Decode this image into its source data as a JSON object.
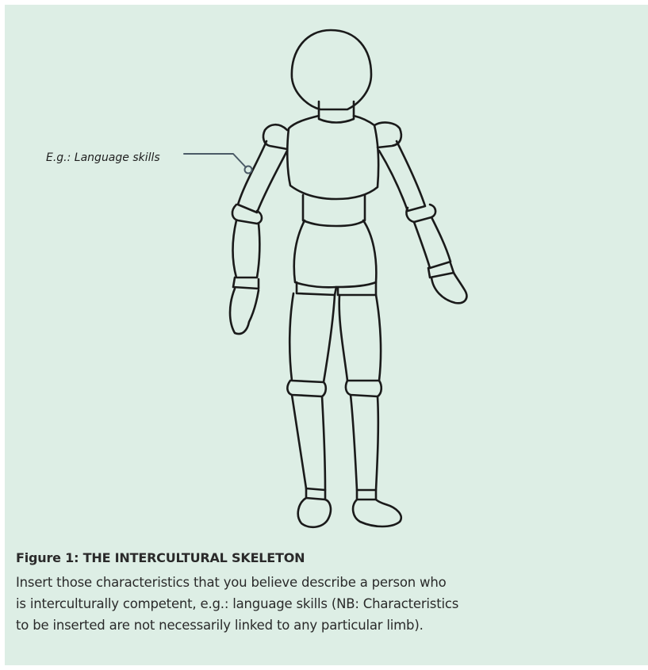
{
  "annotation": {
    "label": "E.g.: Language skills"
  },
  "caption": {
    "title": "Figure 1: THE INTERCULTURAL SKELETON",
    "line1": "Insert those characteristics that you believe describe a person who",
    "line2": "is interculturally competent, e.g.: language skills (NB: Characteristics",
    "line3": "to be inserted are not necessarily linked to any particular limb)."
  },
  "colors": {
    "panel_background": "#ddeee5",
    "outline": "#1a1a1a",
    "leader_line": "#4a5a66"
  },
  "icons": {
    "figure": "wooden-mannequin",
    "annotation_marker": "circle-marker"
  }
}
